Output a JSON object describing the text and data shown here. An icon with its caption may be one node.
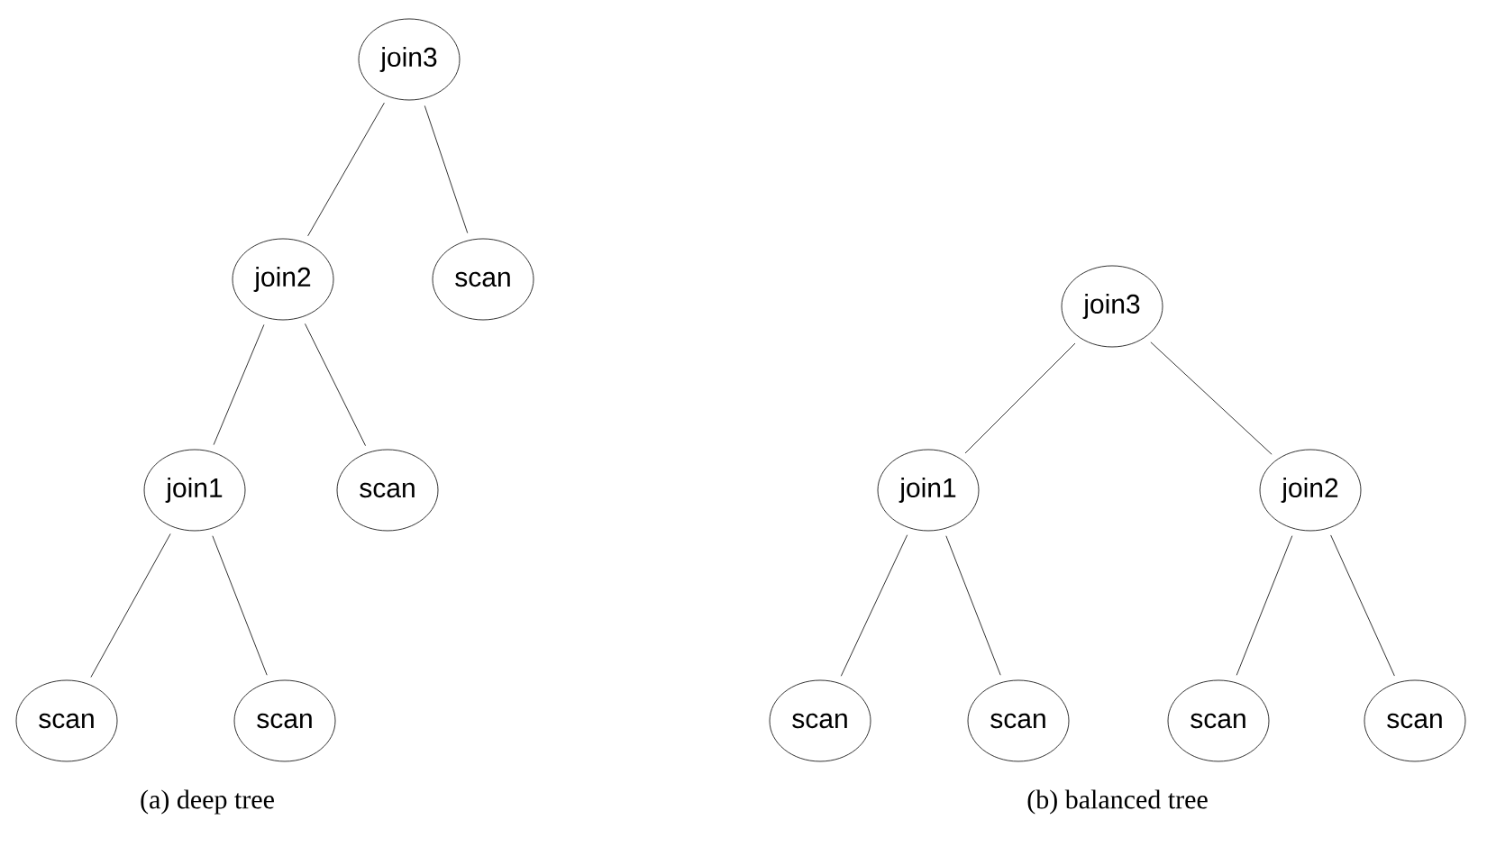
{
  "diagram": {
    "nodes": [
      {
        "text": [
          "join3"
        ]
      },
      {
        "text": [
          "join2"
        ]
      },
      {
        "text": [
          "scan"
        ]
      },
      {
        "text": [
          "join1"
        ]
      },
      {
        "text": [
          "scan"
        ]
      },
      {
        "text": [
          "scan"
        ]
      },
      {
        "text": [
          "scan"
        ]
      },
      {
        "text": [
          "join3"
        ]
      },
      {
        "text": [
          "join1"
        ]
      },
      {
        "text": [
          "join2"
        ]
      },
      {
        "text": [
          "scan"
        ]
      },
      {
        "text": [
          "scan"
        ]
      },
      {
        "text": [
          "scan"
        ]
      },
      {
        "text": [
          "scan"
        ]
      }
    ],
    "edges": [
      {
        "from": 0,
        "to": 1,
        "arrow": "none"
      },
      {
        "from": 0,
        "to": 2,
        "arrow": "none"
      },
      {
        "from": 1,
        "to": 3,
        "arrow": "none"
      },
      {
        "from": 1,
        "to": 4,
        "arrow": "none"
      },
      {
        "from": 3,
        "to": 5,
        "arrow": "none"
      },
      {
        "from": 3,
        "to": 6,
        "arrow": "none"
      },
      {
        "from": 7,
        "to": 8,
        "arrow": "none"
      },
      {
        "from": 7,
        "to": 9,
        "arrow": "none"
      },
      {
        "from": 8,
        "to": 10,
        "arrow": "none"
      },
      {
        "from": 8,
        "to": 11,
        "arrow": "none"
      },
      {
        "from": 9,
        "to": 12,
        "arrow": "none"
      },
      {
        "from": 9,
        "to": 13,
        "arrow": "none"
      }
    ],
    "labels": [
      "(a) deep tree",
      "(b) balanced tree"
    ]
  }
}
